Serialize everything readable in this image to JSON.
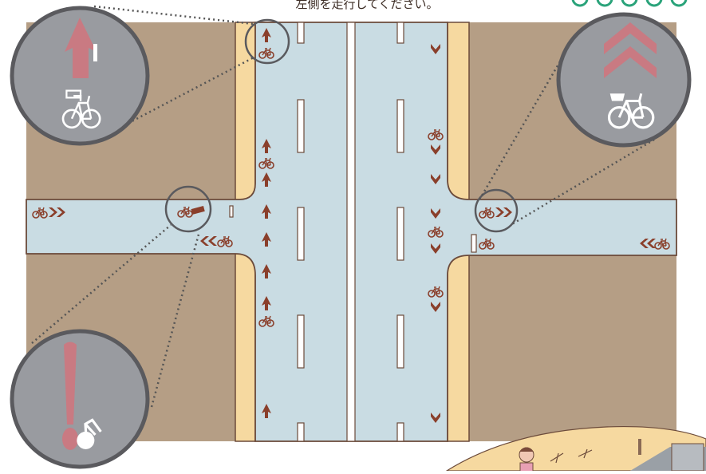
{
  "caption": "左側を走行してください。",
  "colors": {
    "land": "#b59e85",
    "road": "#c9dce3",
    "sidewalk": "#f6d9a0",
    "marking": "#ffffff",
    "outline": "#6b4a3a",
    "arrow": "#8a3f2b",
    "arrow_callout": "#c97a82",
    "callout_fill": "#999ba0",
    "callout_ring": "#5a5a5e",
    "accent_green": "#2aa37a"
  },
  "callouts": [
    {
      "name": "callout-straight-arrow",
      "icon": "bicycle-up-arrow-icon"
    },
    {
      "name": "callout-chevrons",
      "icon": "bicycle-chevron-icon"
    },
    {
      "name": "callout-caution",
      "icon": "bicycle-exclamation-icon"
    }
  ],
  "legend_icons": [
    "bicycle-icon",
    "arrow-up-icon",
    "chevron-right-icon",
    "chevron-down-icon",
    "exclamation-icon"
  ]
}
